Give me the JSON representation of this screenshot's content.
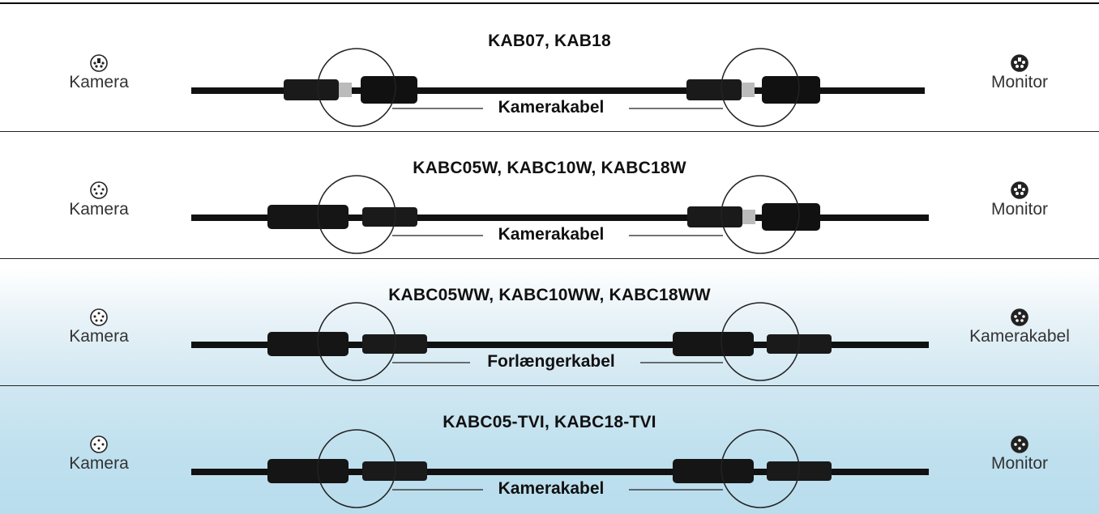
{
  "rows": [
    {
      "title": "KAB07, KAB18",
      "left_label": "Kamera",
      "left_icon": "mini-din-4pin-icon",
      "right_label": "Monitor",
      "right_icon": "mini-din-4pin-filled-icon",
      "caption": "Kamerakabel"
    },
    {
      "title": "KABC05W, KABC10W, KABC18W",
      "left_label": "Kamera",
      "left_icon": "connector-5pin-icon",
      "right_label": "Monitor",
      "right_icon": "mini-din-4pin-filled-icon",
      "caption": "Kamerakabel"
    },
    {
      "title": "KABC05WW, KABC10WW, KABC18WW",
      "left_label": "Kamera",
      "left_icon": "connector-5pin-icon",
      "right_label": "Kamerakabel",
      "right_icon": "connector-5pin-filled-icon",
      "caption": "Forlængerkabel"
    },
    {
      "title": "KABC05-TVI, KABC18-TVI",
      "left_label": "Kamera",
      "left_icon": "connector-4pin-icon",
      "right_label": "Monitor",
      "right_icon": "connector-4pin-filled-icon",
      "caption": "Kamerakabel"
    }
  ],
  "colors": {
    "cable": "#111111",
    "background_bottom": "#b9dded"
  }
}
